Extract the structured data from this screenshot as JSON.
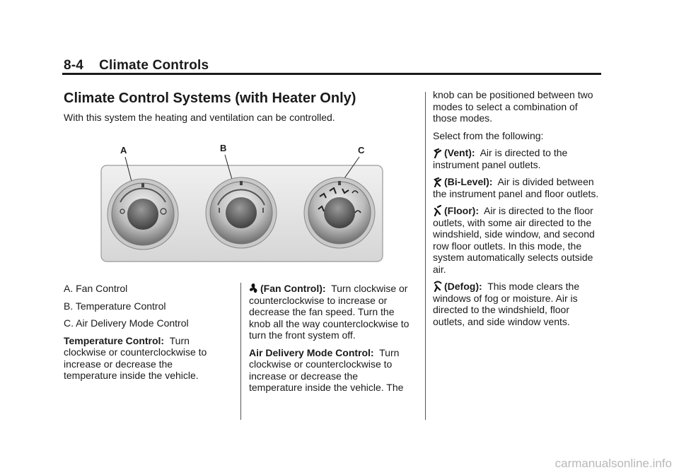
{
  "header": {
    "page_number": "8-4",
    "chapter": "Climate Controls"
  },
  "section_title": "Climate Control Systems (with Heater Only)",
  "intro": "With this system the heating and ventilation can be controlled.",
  "figure": {
    "callouts": [
      "A",
      "B",
      "C"
    ]
  },
  "legend": [
    "A.  Fan Control",
    "B.  Temperature Control",
    "C.  Air Delivery Mode Control"
  ],
  "temperature": {
    "label": "Temperature Control:",
    "text": "Turn clockwise or counterclockwise to increase or decrease the temperature inside the vehicle."
  },
  "fan": {
    "icon": "fan-icon",
    "label": "(Fan Control):",
    "text": "Turn clockwise or counterclockwise to increase or decrease the fan speed. Turn the knob all the way counterclockwise to turn the front system off."
  },
  "air_delivery": {
    "label": "Air Delivery Mode Control:",
    "text": "Turn clockwise or counterclockwise to increase or decrease the temperature inside the vehicle. The"
  },
  "col3_intro": "knob can be positioned between two modes to select a combination of those modes.",
  "select_text": "Select from the following:",
  "modes": [
    {
      "icon": "vent-icon",
      "label": "(Vent):",
      "text": "Air is directed to the instrument panel outlets."
    },
    {
      "icon": "bi-level-icon",
      "label": "(Bi-Level):",
      "text": "Air is divided between the instrument panel and floor outlets."
    },
    {
      "icon": "floor-icon",
      "label": "(Floor):",
      "text": "Air is directed to the floor outlets, with some air directed to the windshield, side window, and second row floor outlets. In this mode, the system automatically selects outside air."
    },
    {
      "icon": "defog-icon",
      "label": "(Defog):",
      "text": "This mode clears the windows of fog or moisture. Air is directed to the windshield, floor outlets, and side window vents."
    }
  ],
  "watermark": "carmanualsonline.info"
}
